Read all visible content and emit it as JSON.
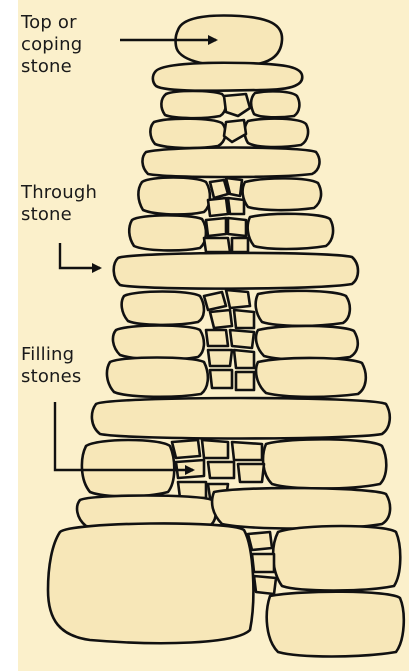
{
  "labels": {
    "top_stone": [
      "Top or",
      "coping",
      "stone"
    ],
    "through_stone": [
      "Through",
      "stone"
    ],
    "filling_stones": [
      "Filling",
      "stones"
    ]
  },
  "colors": {
    "background": "#fbf0cb",
    "stone_fill": "#f7e7b8",
    "stone_stroke": "#111111",
    "arrow": "#111111"
  }
}
